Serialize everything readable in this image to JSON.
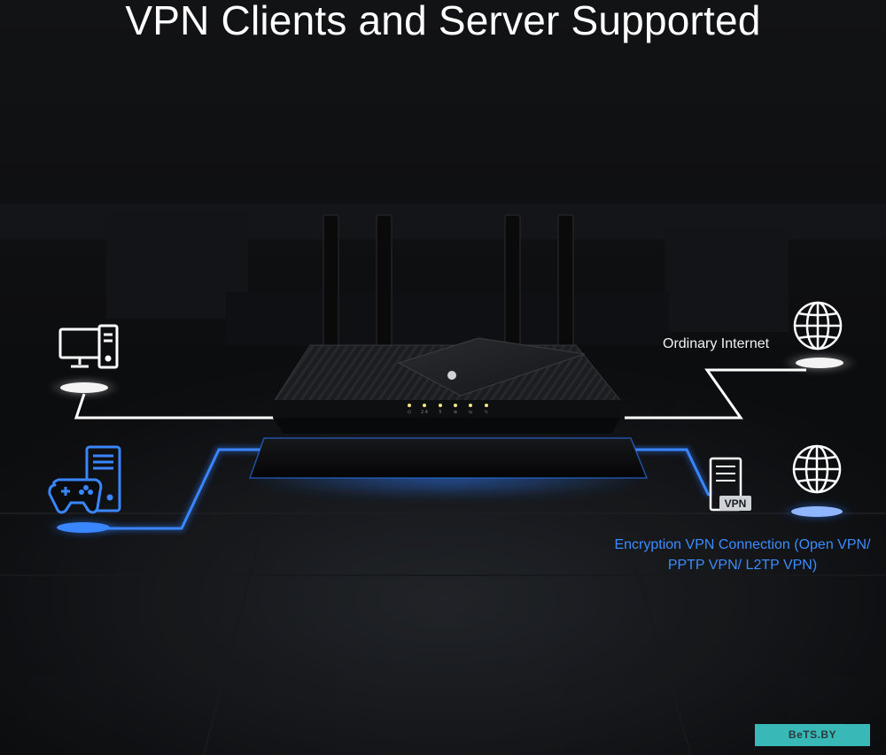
{
  "title": "VPN Clients and Server Supported",
  "labels": {
    "ordinary_internet": "Ordinary Internet",
    "vpn_connection": "Encryption VPN Connection (Open VPN/ PPTP VPN/ L2TP VPN)",
    "vpn_badge": "VPN"
  },
  "router_led_labels": [
    "⏻",
    "2.4",
    "5",
    "⊕",
    "⇆",
    "↻"
  ],
  "watermark": "BeTS.BY",
  "colors": {
    "background": "#0a0b0d",
    "white_line": "#ffffff",
    "vpn_blue": "#2d7dff",
    "vpn_text": "#3d8cff",
    "watermark_bg": "#39b8b8"
  },
  "icons": {
    "desktop": "desktop-computer-icon",
    "gaming": "game-console-icon",
    "globe": "globe-icon",
    "server": "vpn-server-icon"
  }
}
